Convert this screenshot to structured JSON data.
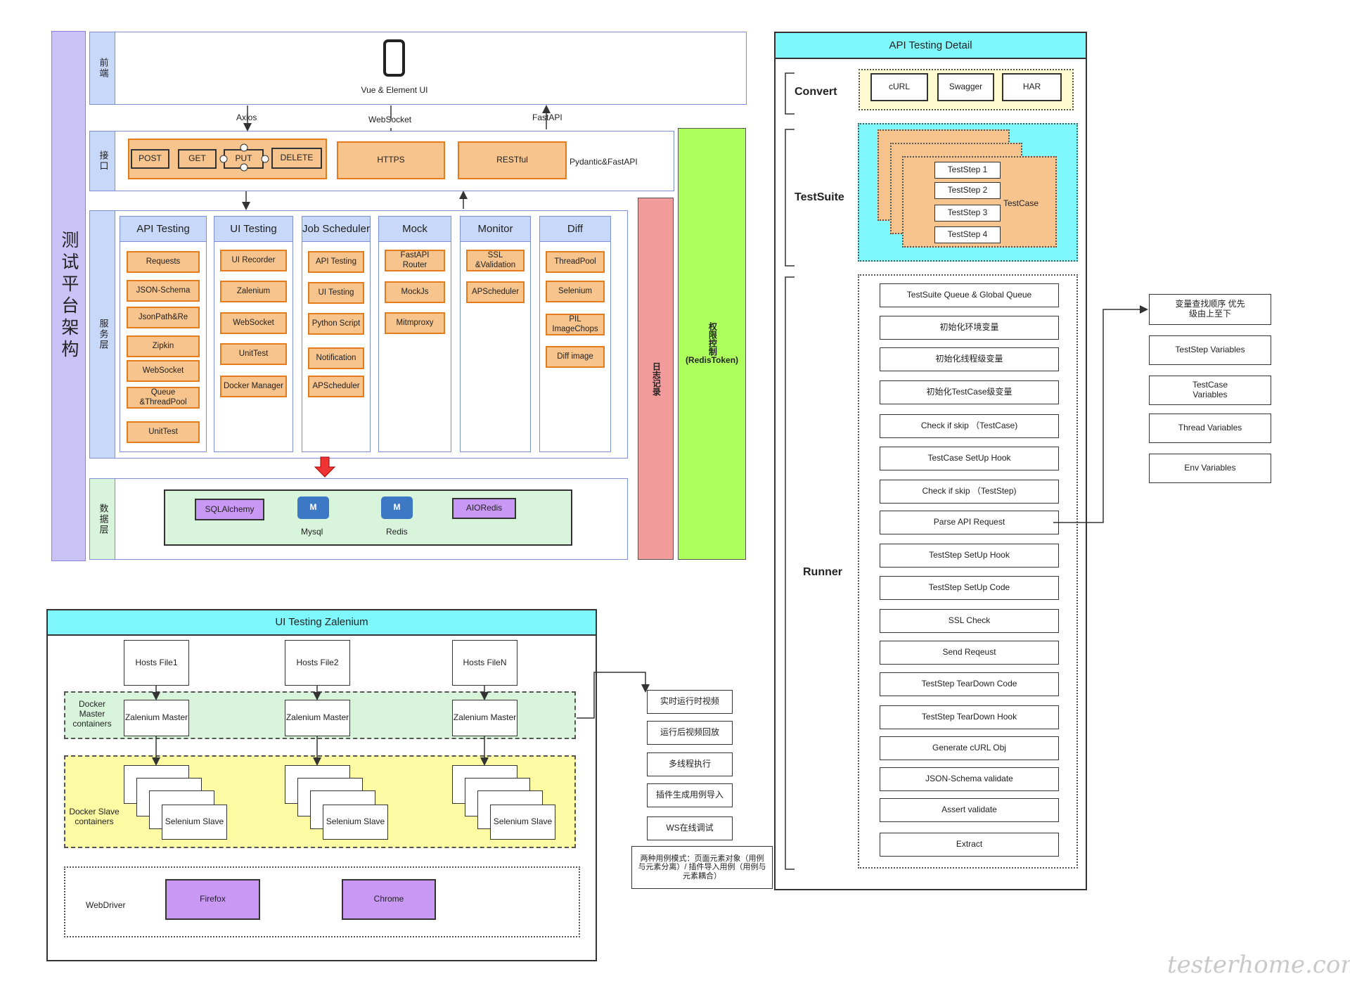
{
  "platform": {
    "title": "测试平台架构",
    "layers": {
      "frontend": "前端",
      "interface": "接口",
      "service": "服务层",
      "data": "数据层"
    },
    "frontend": {
      "device": "Vue & Element UI"
    },
    "links": {
      "axios": "Axios",
      "websocket": "WebSocket",
      "fastapi": "FastAPI"
    },
    "interface": {
      "methods": [
        "POST",
        "GET",
        "PUT",
        "DELETE"
      ],
      "https": "HTTPS",
      "restful": "RESTful",
      "pydantic": "Pydantic&FastAPI"
    },
    "services": [
      {
        "title": "API Testing",
        "items": [
          "Requests",
          "JSON-Schema",
          "JsonPath&Re",
          "Zipkin",
          "WebSocket",
          "Queue &ThreadPool",
          "UnitTest"
        ]
      },
      {
        "title": "UI Testing",
        "items": [
          "UI Recorder",
          "Zalenium",
          "WebSocket",
          "UnitTest",
          "Docker Manager"
        ]
      },
      {
        "title": "Job Scheduler",
        "items": [
          "API Testing",
          "UI Testing",
          "Python Script",
          "Notification",
          "APScheduler"
        ]
      },
      {
        "title": "Mock",
        "items": [
          "FastAPI Router",
          "MockJs",
          "Mitmproxy"
        ]
      },
      {
        "title": "Monitor",
        "items": [
          "SSL &Validation",
          "APScheduler"
        ]
      },
      {
        "title": "Diff",
        "items": [
          "ThreadPool",
          "Selenium",
          "PIL ImageChops",
          "Diff image"
        ]
      }
    ],
    "log": "日志记录",
    "auth": {
      "text": "权限控制",
      "sub": "(RedisToken)"
    },
    "data": {
      "sqlalchemy": "SQLAlchemy",
      "mysql": "Mysql",
      "redis": "Redis",
      "aioredis": "AIORedis",
      "db_badge": "M"
    }
  },
  "ui_testing": {
    "title": "UI Testing Zalenium",
    "hosts": [
      "Hosts File1",
      "Hosts File2",
      "Hosts FileN"
    ],
    "master_label": "Docker Master containers",
    "masters": [
      "Zalenium Master",
      "Zalenium Master",
      "Zalenium Master"
    ],
    "slave_label": "Docker Slave containers",
    "slaves": [
      "Selenium Slave",
      "Selenium Slave",
      "Selenium Slave"
    ],
    "webdriver": "WebDriver",
    "browsers": [
      "Firefox",
      "Chrome"
    ],
    "features": [
      "实时运行时视频",
      "运行后视频回放",
      "多线程执行",
      "插件生成用例导入",
      "WS在线调试"
    ],
    "modes": "两种用例模式：页面元素对象（用例与元素分离）/ 插件导入用例（用例与元素耦合）"
  },
  "api_detail": {
    "title": "API Testing Detail",
    "convert_label": "Convert",
    "convert": [
      "cURL",
      "Swagger",
      "HAR"
    ],
    "testsuite_label": "TestSuite",
    "steps": [
      "TestStep 1",
      "TestStep 2",
      "TestStep 3",
      "TestStep 4"
    ],
    "testcase": "TestCase",
    "runner_label": "Runner",
    "runner": [
      "TestSuite Queue & Global Queue",
      "初始化环境变量",
      "初始化线程级变量",
      "初始化TestCase级变量",
      "Check if skip （TestCase)",
      "TestCase SetUp Hook",
      "Check if skip （TestStep)",
      "Parse API Request",
      "TestStep SetUp Hook",
      "TestStep SetUp Code",
      "SSL Check",
      "Send Reqeust",
      "TestStep TearDown Code",
      "TestStep TearDown Hook",
      "Generate cURL Obj",
      "JSON-Schema validate",
      "Assert validate",
      "Extract"
    ],
    "variables": [
      "变量查找顺序 优先级由上至下",
      "TestStep Variables",
      "TestCase Variables",
      "Thread Variables",
      "Env Variables"
    ]
  },
  "watermark": "testerhome.com"
}
